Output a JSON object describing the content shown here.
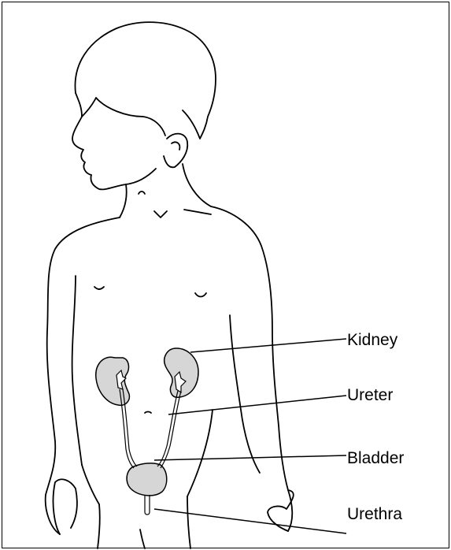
{
  "labels": {
    "kidney": "Kidney",
    "ureter": "Ureter",
    "bladder": "Bladder",
    "urethra": "Urethra"
  },
  "colors": {
    "outline": "#000000",
    "organ_fill": "#d6d6d6",
    "background": "#ffffff"
  }
}
